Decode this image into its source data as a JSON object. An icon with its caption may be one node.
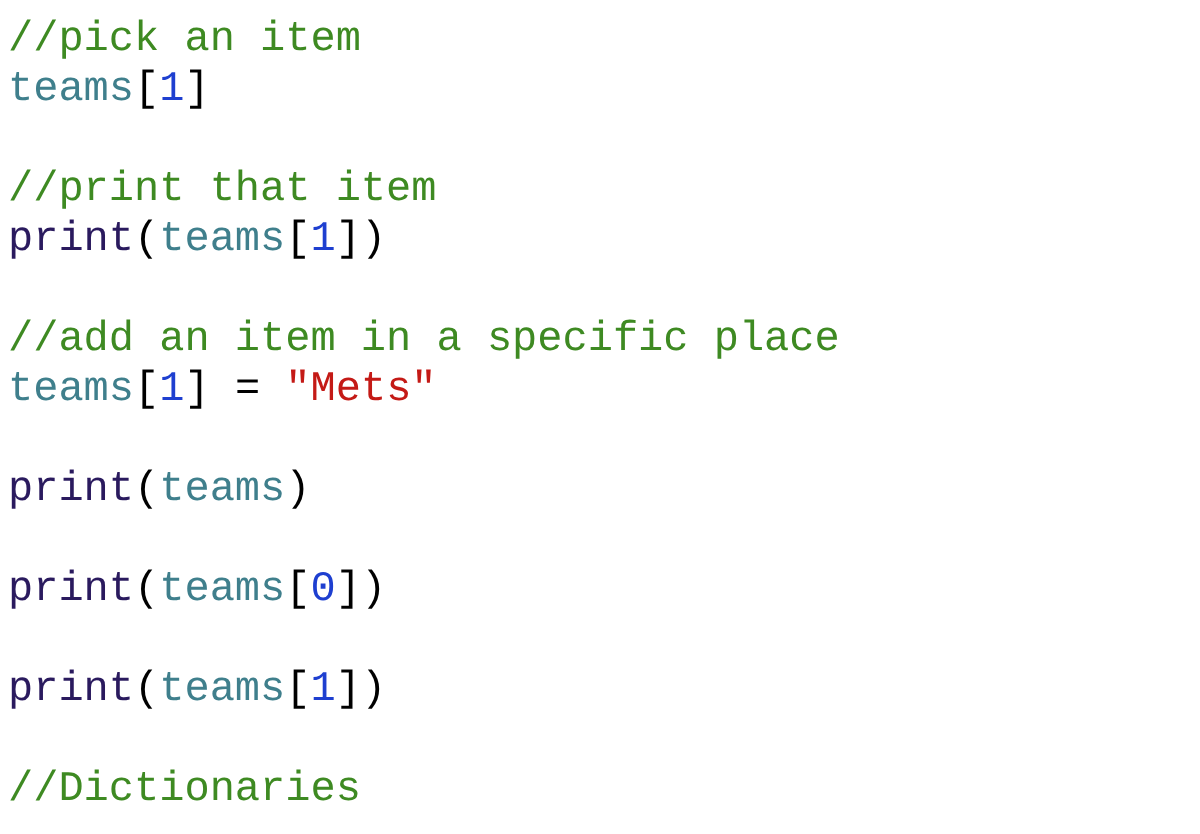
{
  "diagram": {
    "labels": [
      "//pick an item",
      "teams[1]",
      "//print that item",
      "print(teams[1])",
      "//add an item in a specific place",
      "teams[1] = \"Mets\"",
      "print(teams)",
      "print(teams[0])",
      "print(teams[1])",
      "//Dictionaries"
    ]
  }
}
